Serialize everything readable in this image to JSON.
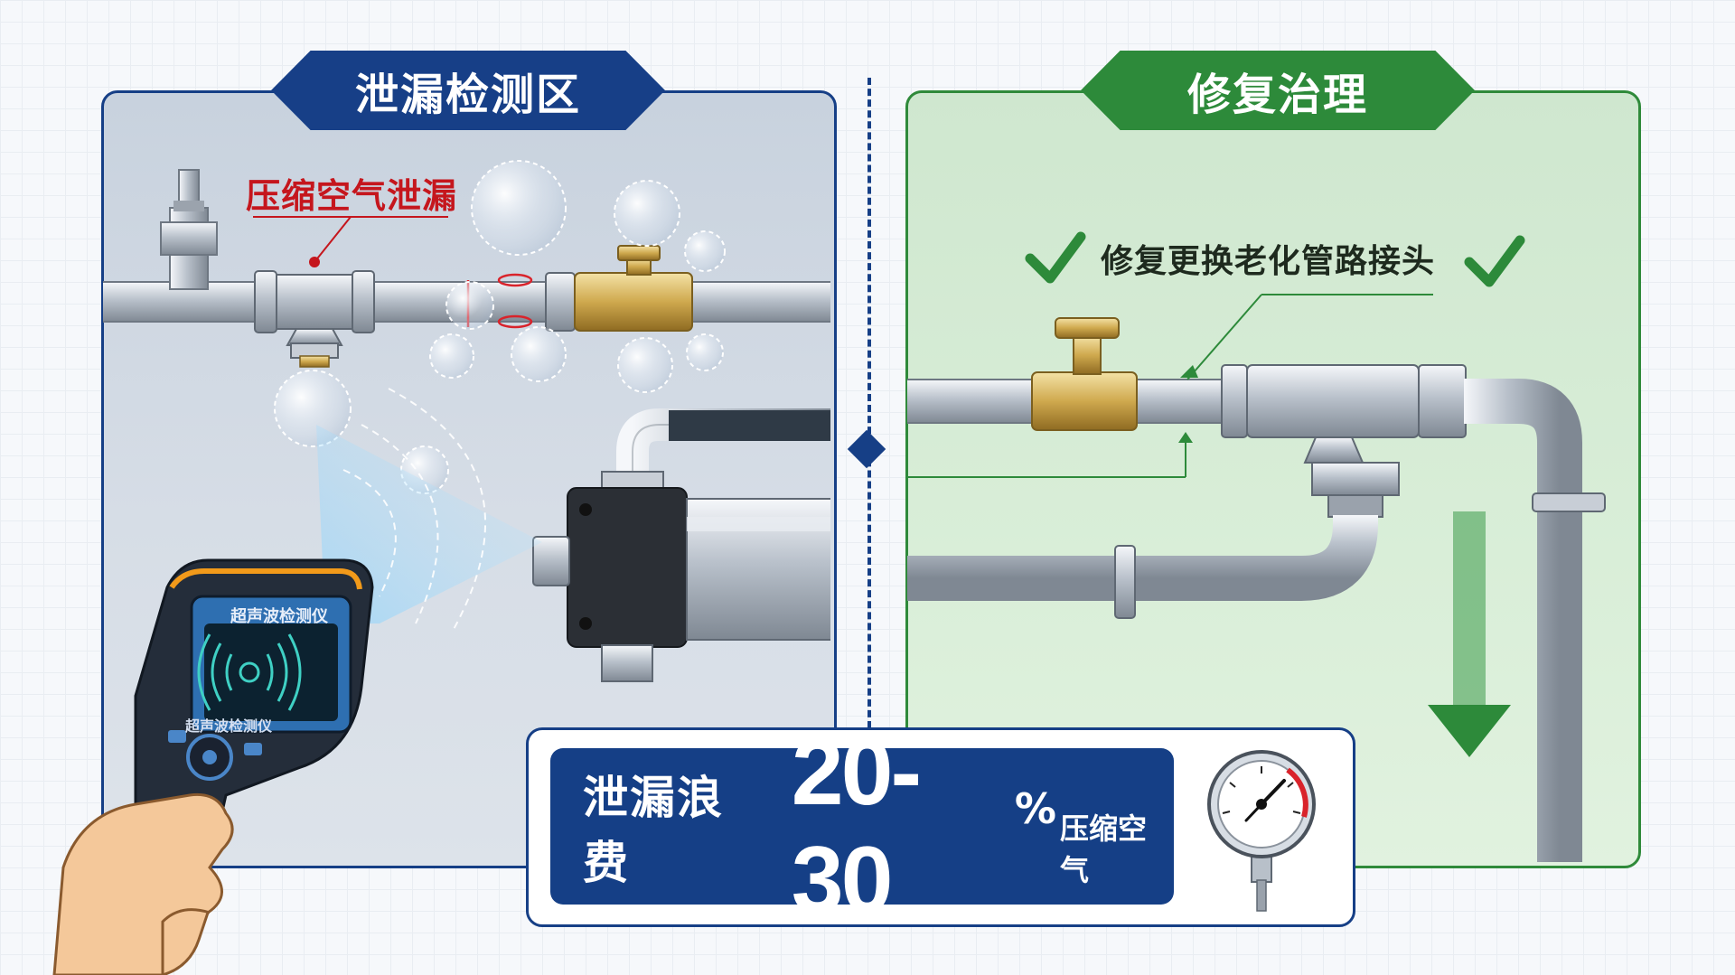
{
  "left_section": {
    "title": "泄漏检测区",
    "leak_label": "压缩空气泄漏"
  },
  "right_section": {
    "title": "修复治理",
    "repair_label": "修复更换老化管路接头"
  },
  "device": {
    "title": "超声波检测仪",
    "footer": "超声波检测仪"
  },
  "stat": {
    "prefix": "泄漏浪费",
    "value": "20-30",
    "percent": "%",
    "suffix": "压缩空气"
  },
  "colors": {
    "navy": "#173f87",
    "green": "#2d8a3a",
    "leak_red": "#c5161d"
  },
  "icons": [
    "check-icon",
    "down-arrow-icon",
    "pressure-gauge-icon",
    "bubble-icon",
    "ultrasonic-detector-icon"
  ]
}
